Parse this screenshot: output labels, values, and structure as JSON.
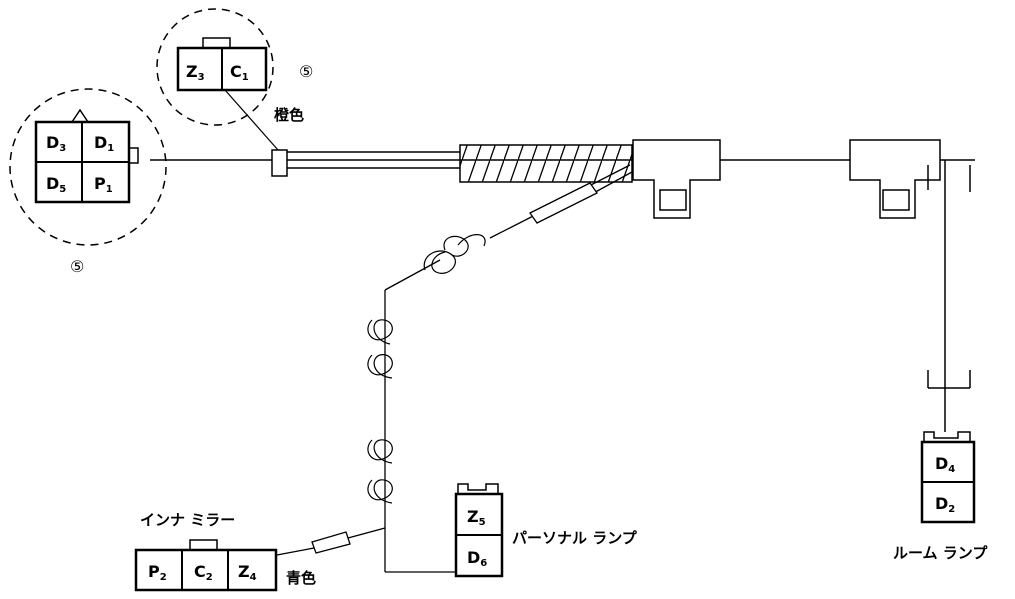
{
  "connectors": {
    "top_small": {
      "pins": [
        "Z",
        "C"
      ],
      "subs": [
        "3",
        "1"
      ],
      "marker": "⑤",
      "color_label": "橙色"
    },
    "left_big": {
      "pins": [
        "D",
        "D",
        "D",
        "P"
      ],
      "subs": [
        "3",
        "1",
        "5",
        "1"
      ],
      "marker": "⑤"
    },
    "inner_mirror": {
      "title": "インナ ミラー",
      "pins": [
        "P",
        "C",
        "Z"
      ],
      "subs": [
        "2",
        "2",
        "4"
      ],
      "color_label": "青色"
    },
    "personal_lamp": {
      "title": "パーソナル ランプ",
      "pins": [
        "Z",
        "D"
      ],
      "subs": [
        "5",
        "6"
      ]
    },
    "room_lamp": {
      "title": "ルーム ランプ",
      "pins": [
        "D",
        "D"
      ],
      "subs": [
        "4",
        "2"
      ]
    }
  }
}
